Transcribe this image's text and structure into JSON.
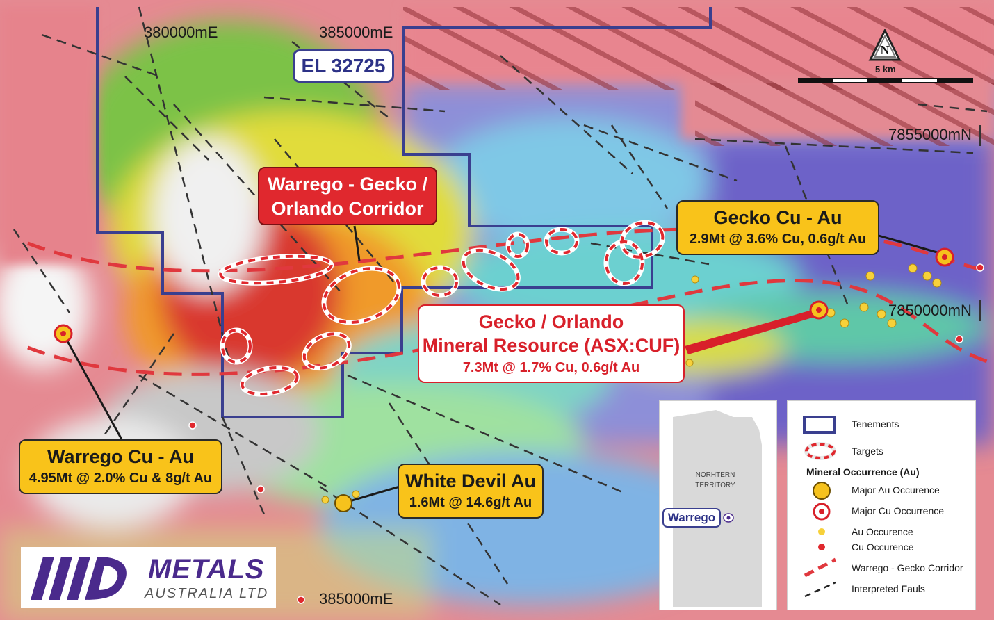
{
  "map": {
    "coordinates": {
      "easting_top_left": "380000mE",
      "easting_top_mid": "385000mE",
      "easting_bottom": "385000mE",
      "northing_top": "7855000mN",
      "northing_mid": "7850000mN"
    },
    "scale_bar_label": "5 km",
    "north_arrow_label": "N",
    "tenement_label": "EL 32725"
  },
  "callouts": {
    "corridor": {
      "line1": "Warrego - Gecko /",
      "line2": "Orlando Corridor"
    },
    "gecko": {
      "title": "Gecko Cu - Au",
      "detail": "2.9Mt @ 3.6% Cu, 0.6g/t Au"
    },
    "resource": {
      "line1": "Gecko / Orlando",
      "line2": "Mineral Resource (ASX:CUF)",
      "detail": "7.3Mt @ 1.7% Cu, 0.6g/t Au"
    },
    "warrego": {
      "title": "Warrego Cu - Au",
      "detail": "4.95Mt @ 2.0% Cu & 8g/t Au"
    },
    "white_devil": {
      "title": "White Devil Au",
      "detail": "1.6Mt @ 14.6g/t Au"
    }
  },
  "inset": {
    "territory_label_line1": "NORHTERN",
    "territory_label_line2": "TERRITORY",
    "location_label": "Warrego"
  },
  "legend": {
    "items": [
      {
        "label": "Tenements",
        "icon": "tenement-box-icon"
      },
      {
        "label": "Targets",
        "icon": "target-dashed-ellipse-icon"
      }
    ],
    "section_title": "Mineral Occurrence (Au)",
    "occurrences": [
      {
        "label": "Major Au Occurence",
        "icon": "major-au-dot-icon"
      },
      {
        "label": "Major Cu Occurrence",
        "icon": "major-cu-ring-icon"
      },
      {
        "label": "Au Occurence",
        "icon": "au-dot-icon"
      },
      {
        "label": "Cu Occurence",
        "icon": "cu-dot-icon"
      },
      {
        "label": "Warrego - Gecko Corridor",
        "icon": "corridor-dash-icon"
      },
      {
        "label": "Interpreted Fauls",
        "icon": "fault-dash-icon"
      }
    ]
  },
  "logo": {
    "name": "METALS",
    "subtitle": "AUSTRALIA LTD"
  },
  "colors": {
    "tenement": "#3a3f8f",
    "corridor": "#e0383e",
    "gold": "#f9c31a",
    "red": "#e0282e",
    "brand": "#4a2a8c"
  }
}
